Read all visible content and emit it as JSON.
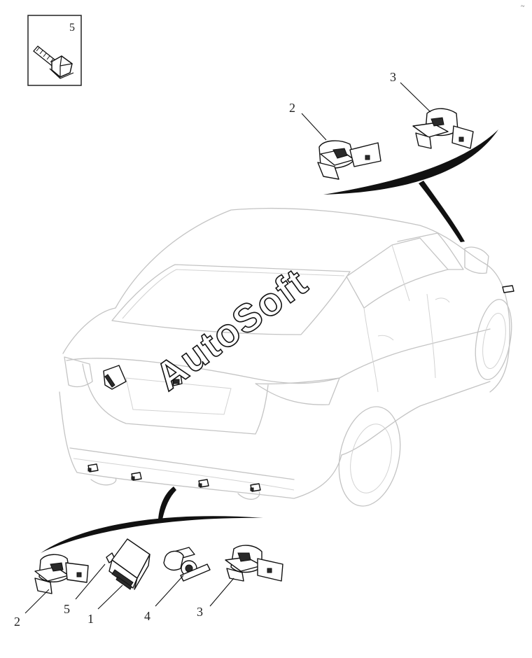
{
  "watermark": "AutoSoft",
  "inset": {
    "number": "5"
  },
  "top_callouts": {
    "left": "2",
    "right": "3"
  },
  "bottom_callouts": [
    "2",
    "5",
    "1",
    "4",
    "3"
  ],
  "corner_mark": "~"
}
